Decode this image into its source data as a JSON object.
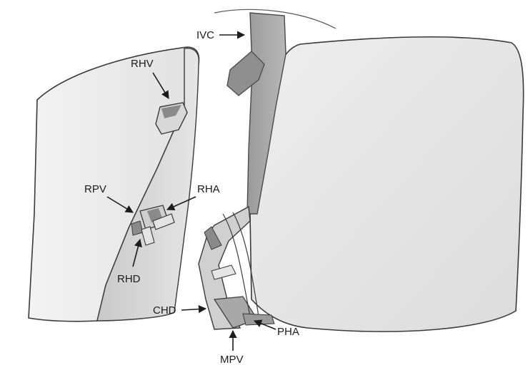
{
  "labels": {
    "ivc": "IVC",
    "rhv": "RHV",
    "rpv": "RPV",
    "rha": "RHA",
    "rhd": "RHD",
    "chd": "CHD",
    "pha": "PHA",
    "mpv": "MPV"
  },
  "colors": {
    "outline": "#3a3a3a",
    "surface": "#ececec",
    "shadow": "#c4c4c4",
    "dark": "#8a8a8a",
    "vessel": "#9a9a9a"
  }
}
